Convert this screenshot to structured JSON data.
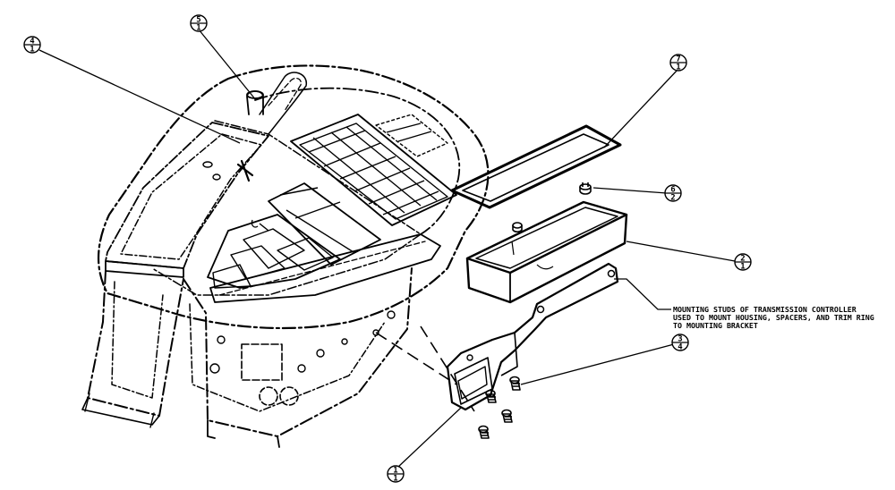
{
  "diagram": {
    "callouts": [
      {
        "id": "balloon-4",
        "top": "4",
        "bottom": "1"
      },
      {
        "id": "balloon-5",
        "top": "5",
        "bottom": "1"
      },
      {
        "id": "balloon-7",
        "top": "7",
        "bottom": "1"
      },
      {
        "id": "balloon-6",
        "top": "6",
        "bottom": "2"
      },
      {
        "id": "balloon-2",
        "top": "2",
        "bottom": "1"
      },
      {
        "id": "balloon-3",
        "top": "3",
        "bottom": "4"
      },
      {
        "id": "balloon-1",
        "top": "1",
        "bottom": "1"
      }
    ],
    "note": {
      "line1": "MOUNTING STUDS OF TRANSMISSION CONTROLLER",
      "line2": "USED TO MOUNT HOUSING, SPACERS, AND TRIM RING",
      "line3": "TO MOUNTING BRACKET"
    }
  }
}
